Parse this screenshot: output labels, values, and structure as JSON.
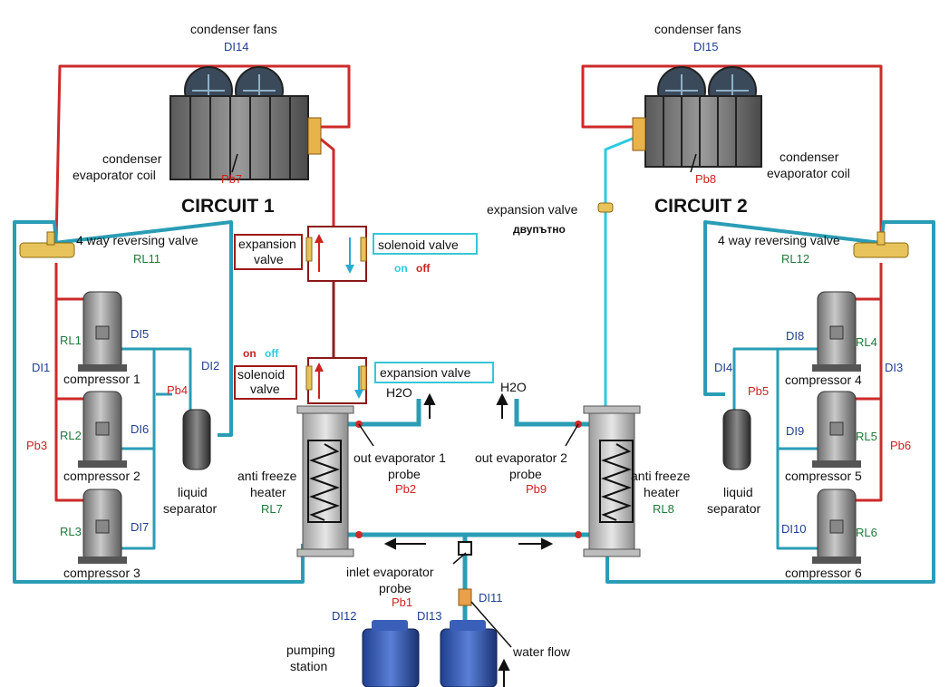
{
  "circuit1": {
    "title": "CIRCUIT 1",
    "condenser_fans": "condenser fans",
    "fan_di": "DI14",
    "coil_label_1": "condenser",
    "coil_label_2": "evaporator coil",
    "coil_probe": "Pb7",
    "reversing_valve": "4 way reversing valve",
    "reversing_relay": "RL11",
    "expansion_valve_1": "expansion",
    "expansion_valve_2": "valve",
    "solenoid_valve_top": "solenoid valve",
    "state_on": "on",
    "state_off": "off",
    "state_on_2": "on",
    "state_off_2": "off",
    "solenoid_bottom_1": "solenoid",
    "solenoid_bottom_2": "valve",
    "expansion_valve_bottom": "expansion valve",
    "compressors": [
      {
        "relay": "RL1",
        "di": "DI5",
        "label": "compressor 1"
      },
      {
        "relay": "RL2",
        "di": "DI6",
        "label": "compressor 2"
      },
      {
        "relay": "RL3",
        "di": "DI7",
        "label": "compressor 3"
      }
    ],
    "di_group": "DI1",
    "di_separator": "DI2",
    "pb_left": "Pb3",
    "pb_separator": "Pb4",
    "separator_1": "liquid",
    "separator_2": "separator",
    "heater_1": "anti freeze",
    "heater_2": "heater",
    "heater_relay": "RL7",
    "out_probe_1": "out evaporator 1",
    "out_probe_2": "probe",
    "out_probe_pb": "Pb2",
    "water": "H2O"
  },
  "circuit2": {
    "title": "CIRCUIT 2",
    "condenser_fans": "condenser fans",
    "fan_di": "DI15",
    "coil_label_1": "condenser",
    "coil_label_2": "evaporator coil",
    "coil_probe": "Pb8",
    "expansion_valve": "expansion valve",
    "bidirectional": "двупътно",
    "reversing_valve": "4 way reversing valve",
    "reversing_relay": "RL12",
    "compressors": [
      {
        "relay": "RL4",
        "di": "DI8",
        "label": "compressor 4"
      },
      {
        "relay": "RL5",
        "di": "DI9",
        "label": "compressor 5"
      },
      {
        "relay": "RL6",
        "di": "DI10",
        "label": "compressor 6"
      }
    ],
    "di_group": "DI3",
    "di_separator": "DI4",
    "pb_right": "Pb6",
    "pb_separator": "Pb5",
    "separator_1": "liquid",
    "separator_2": "separator",
    "heater_1": "anti freeze",
    "heater_2": "heater",
    "heater_relay": "RL8",
    "out_probe_1": "out evaporator 2",
    "out_probe_2": "probe",
    "out_probe_pb": "Pb9",
    "water": "H2O"
  },
  "common": {
    "inlet_probe_1": "inlet evaporator",
    "inlet_probe_2": "probe",
    "inlet_probe_pb": "Pb1",
    "flow_di": "DI11",
    "water_flow": "water flow",
    "pump_di_1": "DI12",
    "pump_di_2": "DI13",
    "pumping_1": "pumping",
    "pumping_2": "station"
  },
  "colors": {
    "pipe_red": "#cc2a2a",
    "pipe_teal": "#2a9db5",
    "label_blue": "#1f3f8f",
    "label_green": "#1f7a3a",
    "label_red": "#cc2222",
    "box_red": "#a01818",
    "box_cyan": "#37c6d8"
  }
}
